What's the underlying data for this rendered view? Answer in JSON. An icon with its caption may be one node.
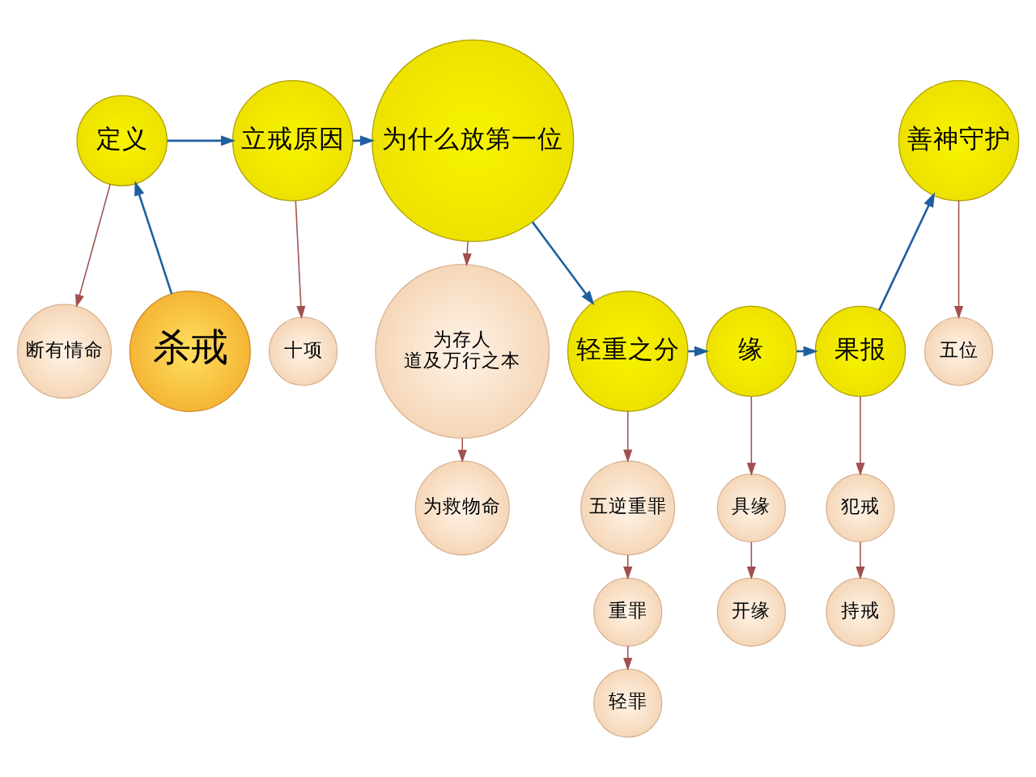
{
  "diagram": {
    "nodes": [
      {
        "text": [
          "杀戒"
        ]
      },
      {
        "text": [
          "定义"
        ]
      },
      {
        "text": [
          "断有情命"
        ]
      },
      {
        "text": [
          "立戒原因"
        ]
      },
      {
        "text": [
          "十项"
        ]
      },
      {
        "text": [
          "为什么放第一位"
        ]
      },
      {
        "text": [
          "为存人道及万行之本"
        ]
      },
      {
        "text": [
          "为救物命"
        ]
      },
      {
        "text": [
          "轻重之分"
        ]
      },
      {
        "text": [
          "五逆重罪"
        ]
      },
      {
        "text": [
          "重罪"
        ]
      },
      {
        "text": [
          "轻罪"
        ]
      },
      {
        "text": [
          "缘"
        ]
      },
      {
        "text": [
          "具缘"
        ]
      },
      {
        "text": [
          "开缘"
        ]
      },
      {
        "text": [
          "果报"
        ]
      },
      {
        "text": [
          "犯戒"
        ]
      },
      {
        "text": [
          "持戒"
        ]
      },
      {
        "text": [
          "善神守护"
        ]
      },
      {
        "text": [
          "五位"
        ]
      }
    ],
    "edges": [
      {
        "from": 0,
        "to": 1,
        "arrow": "to",
        "color": "#1f5f9f"
      },
      {
        "from": 1,
        "to": 3,
        "arrow": "to",
        "color": "#1f5f9f"
      },
      {
        "from": 3,
        "to": 5,
        "arrow": "to",
        "color": "#1f5f9f"
      },
      {
        "from": 5,
        "to": 8,
        "arrow": "to",
        "color": "#1f5f9f"
      },
      {
        "from": 8,
        "to": 12,
        "arrow": "to",
        "color": "#1f5f9f"
      },
      {
        "from": 12,
        "to": 15,
        "arrow": "to",
        "color": "#1f5f9f"
      },
      {
        "from": 15,
        "to": 18,
        "arrow": "to",
        "color": "#1f5f9f"
      },
      {
        "from": 1,
        "to": 2,
        "arrow": "to"
      },
      {
        "from": 3,
        "to": 4,
        "arrow": "to"
      },
      {
        "from": 5,
        "to": 6,
        "arrow": "to"
      },
      {
        "from": 6,
        "to": 7,
        "arrow": "to"
      },
      {
        "from": 8,
        "to": 9,
        "arrow": "to"
      },
      {
        "from": 9,
        "to": 10,
        "arrow": "to"
      },
      {
        "from": 10,
        "to": 11,
        "arrow": "to"
      },
      {
        "from": 12,
        "to": 13,
        "arrow": "to"
      },
      {
        "from": 13,
        "to": 14,
        "arrow": "to"
      },
      {
        "from": 15,
        "to": 16,
        "arrow": "to"
      },
      {
        "from": 16,
        "to": 17,
        "arrow": "to"
      },
      {
        "from": 18,
        "to": 19,
        "arrow": "to"
      }
    ]
  }
}
